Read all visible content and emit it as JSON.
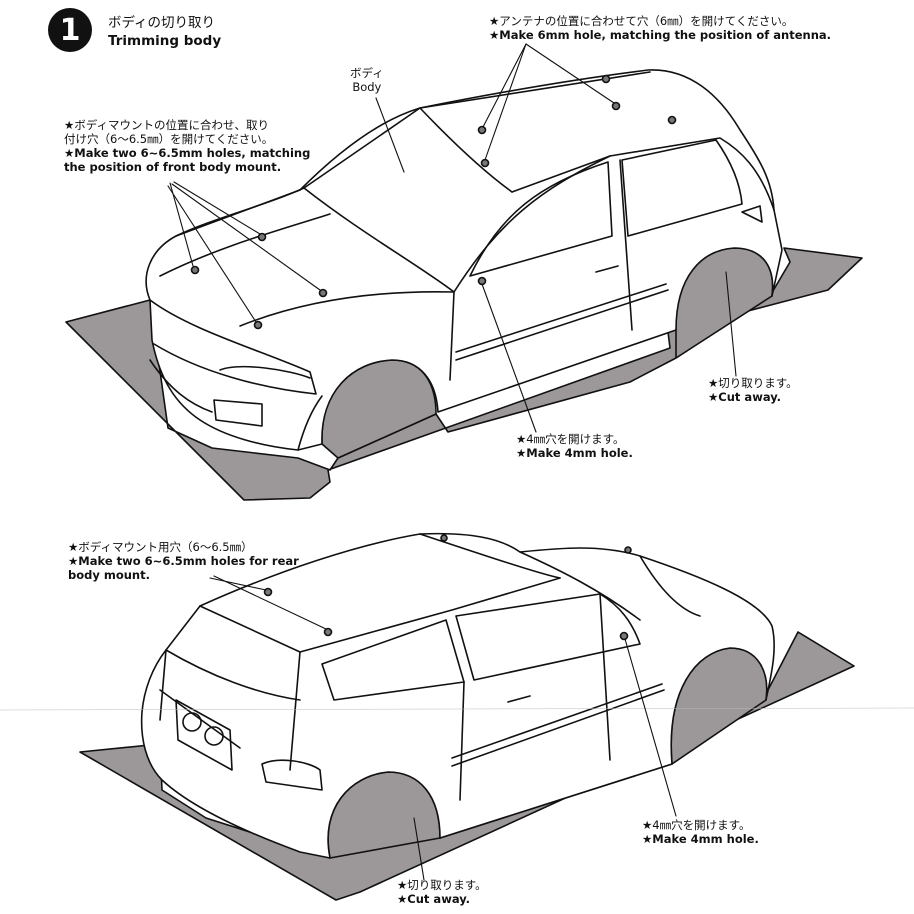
{
  "step": {
    "number": "1",
    "title_ja": "ボディの切り取り",
    "title_en": "Trimming body"
  },
  "top_view": {
    "antenna_ja": "★アンテナの位置に合わせて穴（6㎜）を開けてください。",
    "antenna_en": "★Make 6mm hole, matching the position of antenna.",
    "body_ja": "ボディ",
    "body_en": "Body",
    "front_mount_ja_1": "★ボディマウントの位置に合わせ、取り",
    "front_mount_ja_2": "付け穴（6〜6.5㎜）を開けてください。",
    "front_mount_en_1": "★Make two 6~6.5mm holes, matching",
    "front_mount_en_2": "the position of front body mount.",
    "cut_ja": "★切り取ります。",
    "cut_en": "★Cut away.",
    "hole4_ja": "★4㎜穴を開けます。",
    "hole4_en": "★Make 4mm hole."
  },
  "bottom_view": {
    "rear_mount_ja": "★ボディマウント用穴（6〜6.5㎜）",
    "rear_mount_en_1": "★Make two 6~6.5mm holes for rear",
    "rear_mount_en_2": "body mount.",
    "hole4_ja": "★4㎜穴を開けます。",
    "hole4_en": "★Make 4mm hole.",
    "cut_ja": "★切り取ります。",
    "cut_en": "★Cut away."
  },
  "colors": {
    "cut_area": "#9c9799",
    "ink": "#111111"
  }
}
